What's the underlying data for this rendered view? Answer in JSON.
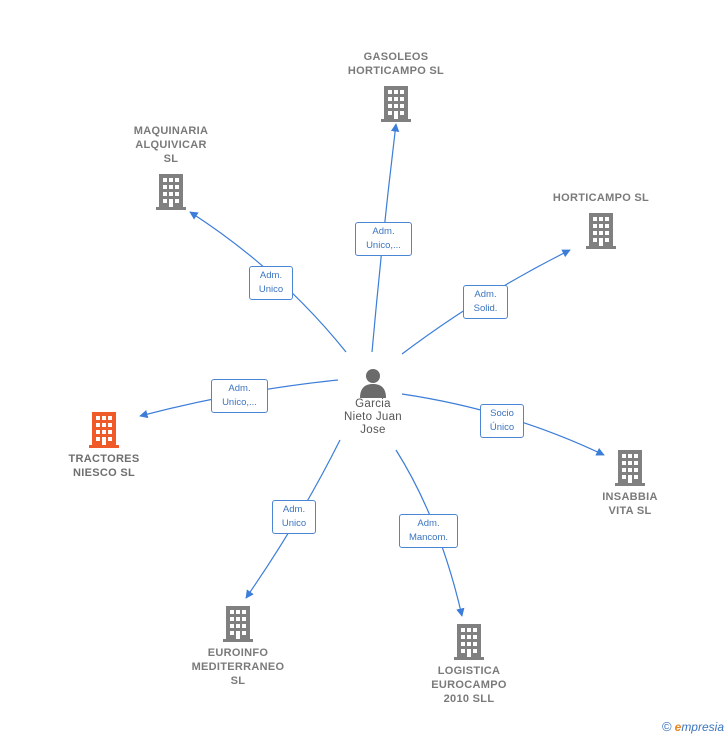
{
  "center": {
    "name": "Garcia\nNieto Juan\nJose",
    "icon": "person-icon"
  },
  "nodes": [
    {
      "id": "gasoleos",
      "label": "GASOLEOS\nHORTICAMPO SL",
      "icon": "building-icon"
    },
    {
      "id": "maquinaria",
      "label": "MAQUINARIA\nALQUIVICAR\nSL",
      "icon": "building-icon"
    },
    {
      "id": "horticampo",
      "label": "HORTICAMPO SL",
      "icon": "building-icon"
    },
    {
      "id": "tractores",
      "label": "TRACTORES\nNIESCO  SL",
      "icon": "building-icon",
      "color": "#f05a28"
    },
    {
      "id": "insabbia",
      "label": "INSABBIA\nVITA  SL",
      "icon": "building-icon"
    },
    {
      "id": "euroinfo",
      "label": "EUROINFO\nMEDITERRANEO\nSL",
      "icon": "building-icon"
    },
    {
      "id": "logistica",
      "label": "LOGISTICA\nEUROCAMPO\n2010 SLL",
      "icon": "building-icon"
    }
  ],
  "edges": [
    {
      "to": "gasoleos",
      "label": "Adm.\nUnico,..."
    },
    {
      "to": "maquinaria",
      "label": "Adm.\nUnico"
    },
    {
      "to": "horticampo",
      "label": "Adm.\nSolid."
    },
    {
      "to": "tractores",
      "label": "Adm.\nUnico,..."
    },
    {
      "to": "insabbia",
      "label": "Socio\nÚnico"
    },
    {
      "to": "euroinfo",
      "label": "Adm.\nUnico"
    },
    {
      "to": "logistica",
      "label": "Adm.\nMancom."
    }
  ],
  "colors": {
    "edge": "#3b7dd8",
    "building": "#808080",
    "highlight": "#f05a28",
    "person": "#6b6b6b"
  },
  "brand": {
    "copyright": "©",
    "initial": "e",
    "rest": "mpresia"
  }
}
